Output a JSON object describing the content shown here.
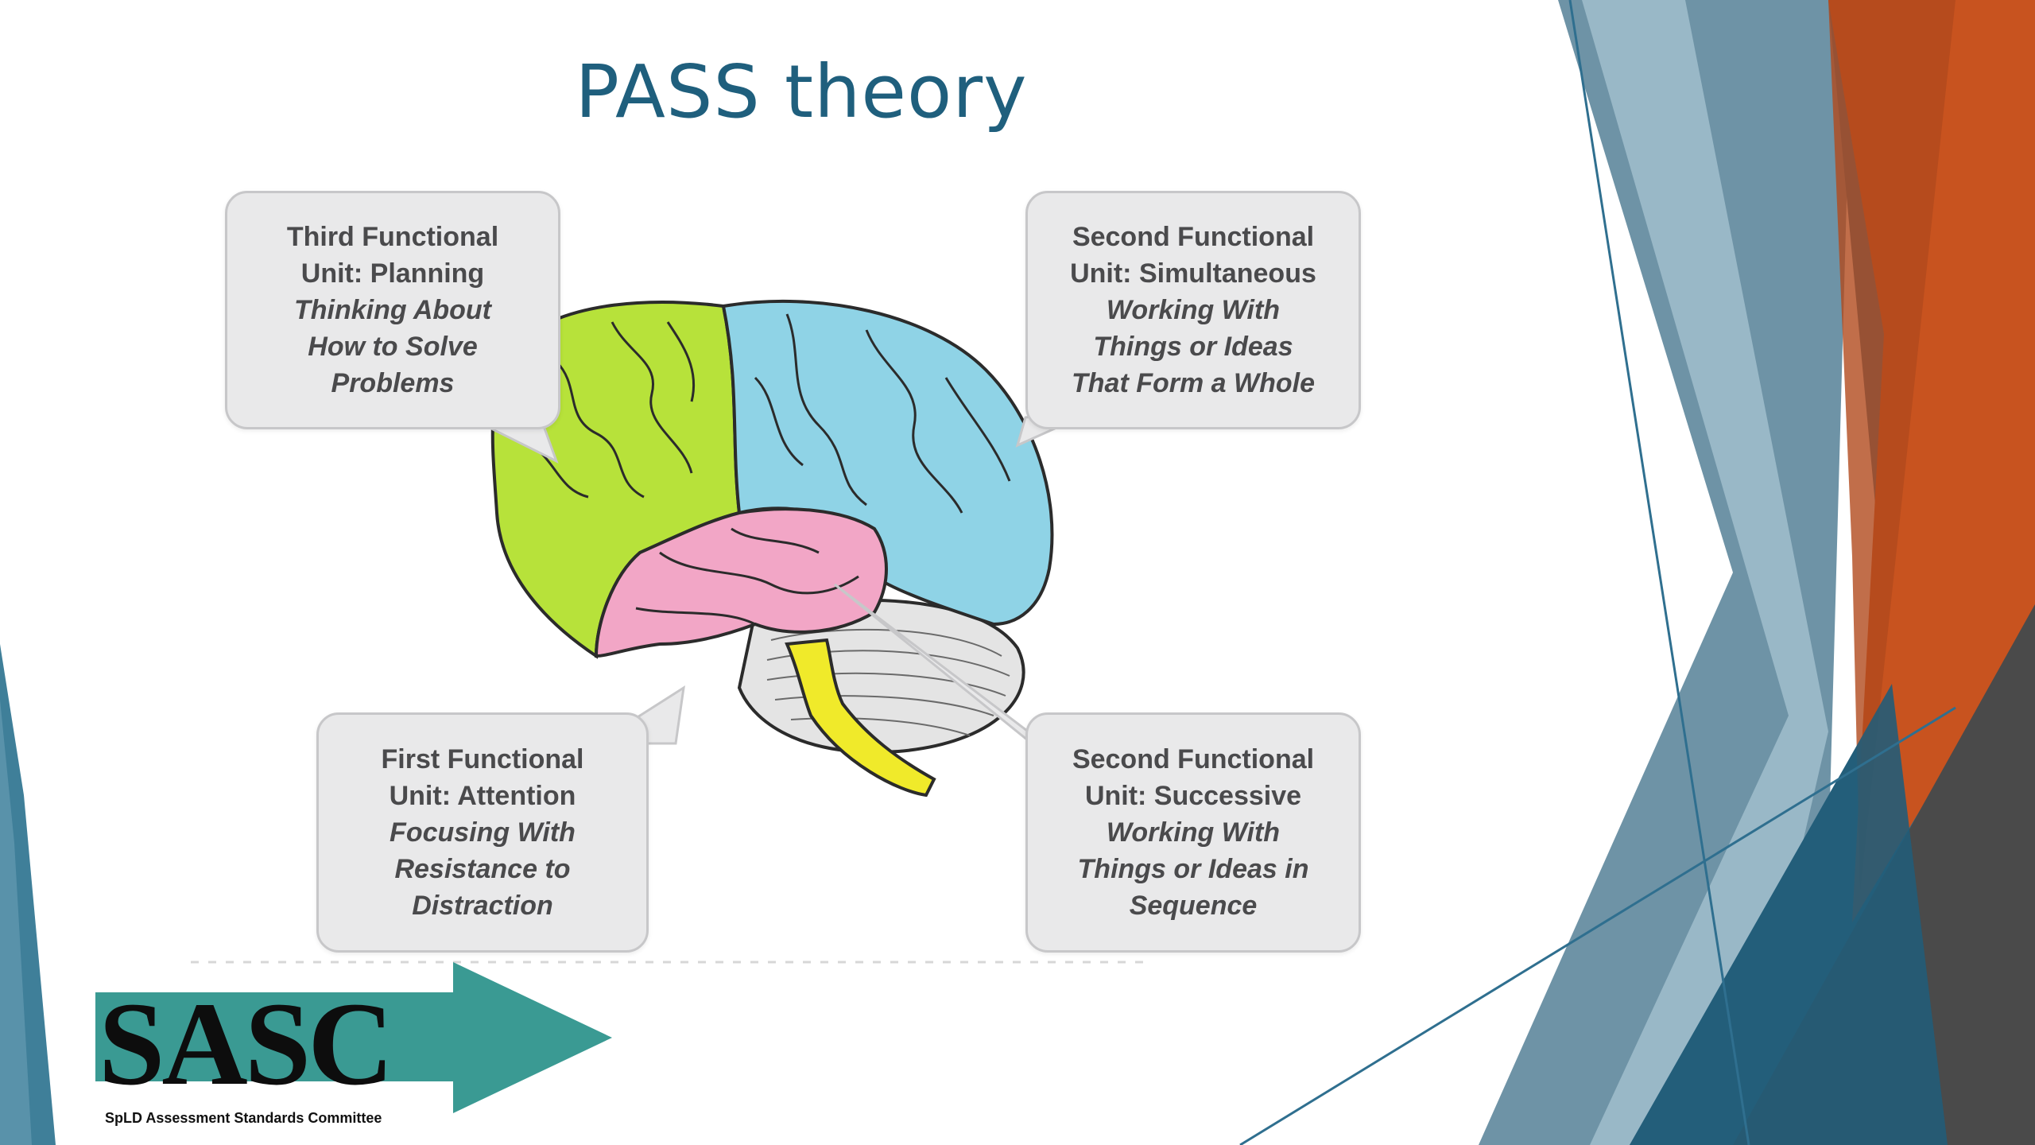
{
  "slide": {
    "title": "PASS theory"
  },
  "diagram": {
    "callouts": {
      "planning": {
        "heading": [
          "Third Functional",
          "Unit: Planning"
        ],
        "description": [
          "Thinking About",
          "How to Solve",
          "Problems"
        ]
      },
      "simultaneous": {
        "heading": [
          "Second Functional",
          "Unit: Simultaneous"
        ],
        "description": [
          "Working With",
          "Things or Ideas",
          "That Form a Whole"
        ]
      },
      "attention": {
        "heading": [
          "First Functional",
          "Unit: Attention"
        ],
        "description": [
          "Focusing With",
          "Resistance to",
          "Distraction"
        ]
      },
      "successive": {
        "heading": [
          "Second Functional",
          "Unit: Successive"
        ],
        "description": [
          "Working With",
          "Things or Ideas in",
          "Sequence"
        ]
      }
    },
    "region_colors": {
      "frontal": "#b7e23a",
      "parietal_occipital": "#8fd3e6",
      "temporal": "#f2a6c6",
      "brainstem": "#f0ea2a",
      "cerebellum": "#e4e4e4"
    }
  },
  "logo": {
    "wordmark": "SASC",
    "tagline": "SpLD Assessment Standards Committee",
    "arrow_color": "#3a9a93"
  },
  "theme": {
    "title_color": "#1f5f7d",
    "accent_blue": "#2f6f8f",
    "accent_orange": "#c8531f",
    "accent_gray": "#4a4a4a"
  }
}
